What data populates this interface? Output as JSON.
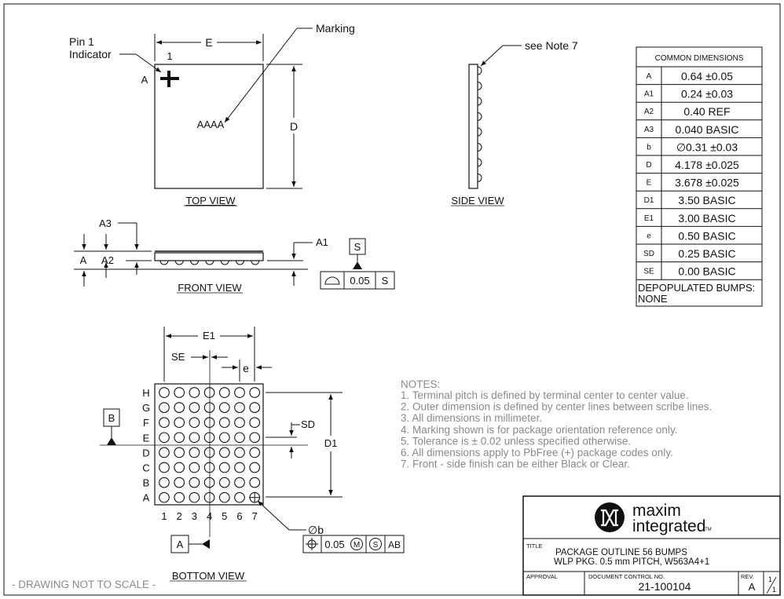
{
  "views": {
    "top": "TOP VIEW",
    "side": "SIDE VIEW",
    "front": "FRONT VIEW",
    "bottom": "BOTTOM VIEW"
  },
  "top_view": {
    "pin1_line1": "Pin 1",
    "pin1_line2": "Indicator",
    "marking": "Marking",
    "marking_text": "AAAA",
    "dim_e": "E",
    "dim_d": "D",
    "pin_num": "1",
    "row_a": "A"
  },
  "side_view": {
    "note": "see Note 7"
  },
  "front_view": {
    "a3": "A3",
    "a": "A",
    "a2": "A2",
    "a1": "A1",
    "datum_s": "S",
    "tol_value": "0.05",
    "tol_datum": "S"
  },
  "bottom_view": {
    "e1": "E1",
    "se": "SE",
    "e": "e",
    "sd": "SD",
    "d1": "D1",
    "datum_b": "B",
    "datum_a": "A",
    "rows": [
      "H",
      "G",
      "F",
      "E",
      "D",
      "C",
      "B",
      "A"
    ],
    "cols": [
      "1",
      "2",
      "3",
      "4",
      "5",
      "6",
      "7"
    ],
    "phi_b": "∅b",
    "fcf_value": "0.05",
    "fcf_m": "M",
    "fcf_s": "S",
    "fcf_ab": "AB"
  },
  "dim_table": {
    "header": "COMMON DIMENSIONS",
    "rows": [
      {
        "sym": "A",
        "val": "0.64 ±0.05"
      },
      {
        "sym": "A1",
        "val": "0.24 ±0.03"
      },
      {
        "sym": "A2",
        "val": "0.40 REF"
      },
      {
        "sym": "A3",
        "val": "0.040 BASIC"
      },
      {
        "sym": "b",
        "val": "∅0.31 ±0.03"
      },
      {
        "sym": "D",
        "val": "4.178 ±0.025"
      },
      {
        "sym": "E",
        "val": "3.678 ±0.025"
      },
      {
        "sym": "D1",
        "val": "3.50 BASIC"
      },
      {
        "sym": "E1",
        "val": "3.00 BASIC"
      },
      {
        "sym": "e",
        "val": "0.50 BASIC"
      },
      {
        "sym": "SD",
        "val": "0.25 BASIC"
      },
      {
        "sym": "SE",
        "val": "0.00 BASIC"
      }
    ],
    "depop_line1": "DEPOPULATED BUMPS:",
    "depop_line2": "NONE"
  },
  "notes": {
    "title": "NOTES:",
    "items": [
      "1. Terminal pitch is defined by terminal center to center value.",
      "2. Outer dimension is defined by center lines between scribe lines.",
      "3. All dimensions in millimeter.",
      "4. Marking shown is for package orientation reference only.",
      "5. Tolerance is ± 0.02 unless specified otherwise.",
      "6. All dimensions apply to PbFree (+) package codes only.",
      "7. Front - side finish can be either Black or Clear."
    ]
  },
  "title_block": {
    "brand1": "maxim",
    "brand2": "integrated",
    "tm": "TM",
    "title_label": "TITLE",
    "title_line1": "PACKAGE OUTLINE 56 BUMPS",
    "title_line2": "WLP PKG. 0.5 mm PITCH,   W563A4+1",
    "approval_label": "APPROVAL",
    "doc_label": "DOCUMENT CONTROL NO.",
    "doc_no": "21-100104",
    "rev_label": "REV.",
    "rev": "A",
    "sheet_num": "1",
    "sheet_den": "1"
  },
  "footer": "- DRAWING NOT TO SCALE -"
}
